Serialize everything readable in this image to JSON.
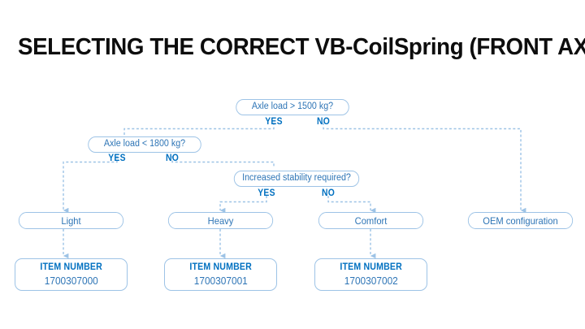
{
  "page": {
    "title": "SELECTING THE CORRECT VB-CoilSpring (FRONT AXLE)",
    "background_color": "#ffffff",
    "title_color": "#0d0d0d",
    "node_border_color": "#9dc3e6",
    "node_text_color": "#2e75b6",
    "label_color": "#0070c0",
    "connector_color": "#9dc3e6"
  },
  "decisions": [
    {
      "id": "axle-load-1500",
      "question": "Axle load > 1500 kg?",
      "yes_label": "YES",
      "no_label": "NO"
    },
    {
      "id": "axle-load-1800",
      "question": "Axle load < 1800 kg?",
      "yes_label": "YES",
      "no_label": "NO"
    },
    {
      "id": "increased-stability",
      "question": "Increased stability required?",
      "yes_label": "YES",
      "no_label": "NO"
    }
  ],
  "results": [
    {
      "id": "light",
      "label": "Light"
    },
    {
      "id": "heavy",
      "label": "Heavy"
    },
    {
      "id": "comfort",
      "label": "Comfort"
    },
    {
      "id": "oem",
      "label": "OEM configuration"
    }
  ],
  "item_boxes": [
    {
      "id": "item-light",
      "heading": "ITEM NUMBER",
      "number": "1700307000"
    },
    {
      "id": "item-heavy",
      "heading": "ITEM NUMBER",
      "number": "1700307001"
    },
    {
      "id": "item-comfort",
      "heading": "ITEM NUMBER",
      "number": "1700307002"
    }
  ]
}
